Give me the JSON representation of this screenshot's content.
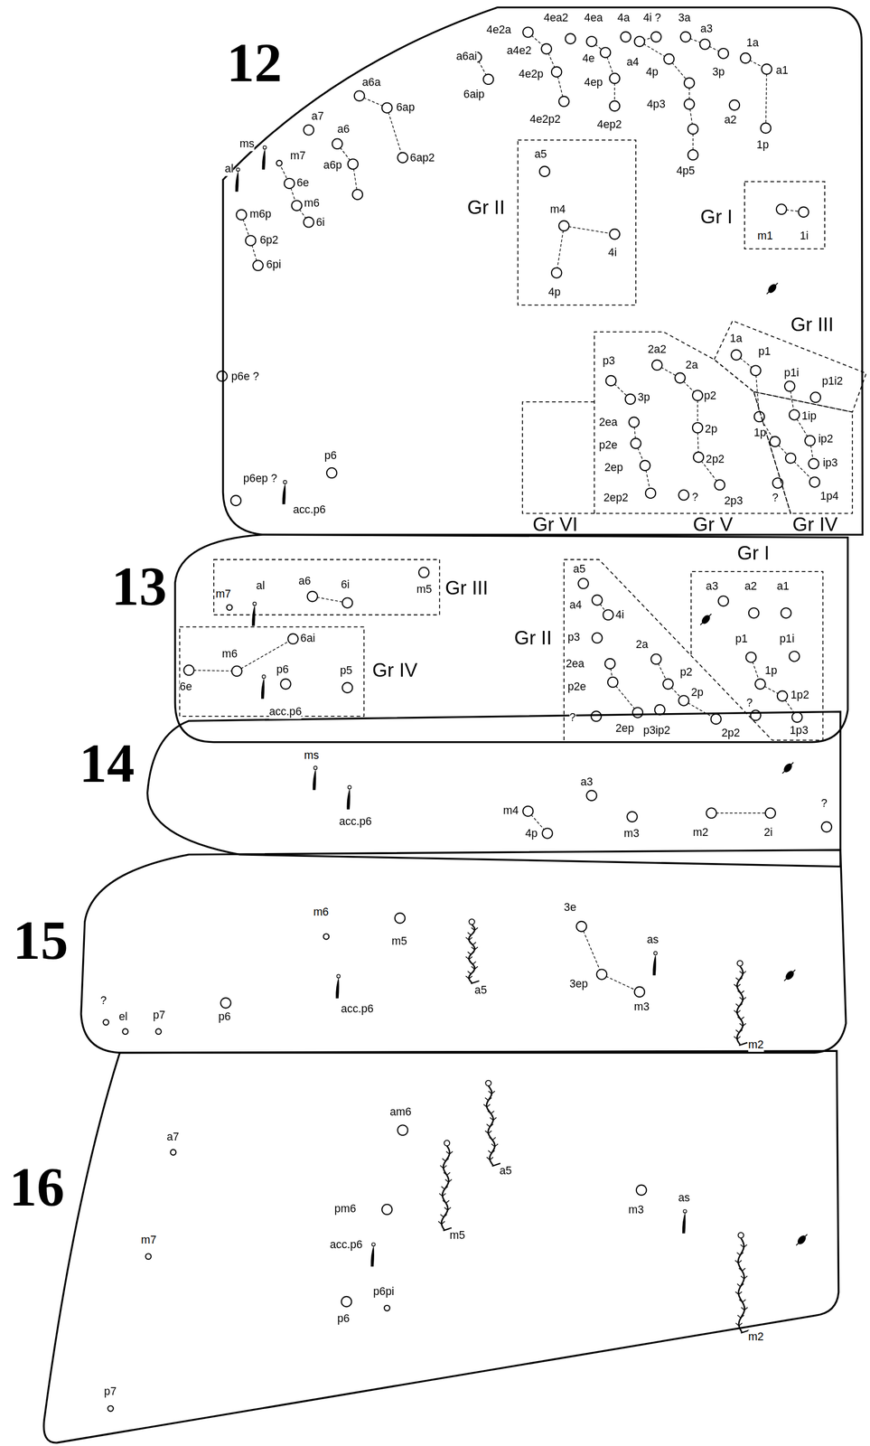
{
  "diagram": {
    "nodes": [
      {
        "text": [
          "12"
        ]
      },
      {
        "text": [
          "Gr II"
        ],
        "in": 0
      },
      {
        "text": [
          "Gr I"
        ],
        "in": 0
      },
      {
        "text": [
          "Gr III"
        ],
        "in": 0
      },
      {
        "text": [
          "Gr VI"
        ],
        "in": 0
      },
      {
        "text": [
          "Gr V"
        ],
        "in": 0
      },
      {
        "text": [
          "Gr IV"
        ],
        "in": 0
      },
      {
        "text": [
          "13"
        ]
      },
      {
        "text": [
          "Gr III"
        ],
        "in": 7
      },
      {
        "text": [
          "Gr IV"
        ],
        "in": 7
      },
      {
        "text": [
          "Gr II"
        ],
        "in": 7
      },
      {
        "text": [
          "Gr I"
        ],
        "in": 7
      },
      {
        "text": [
          "14"
        ]
      },
      {
        "text": [
          "15"
        ]
      },
      {
        "text": [
          "16"
        ]
      }
    ],
    "labels": [
      "4e2a",
      "4ea2",
      "4ea",
      "4a",
      "4i ?",
      "3a",
      "a3",
      "1a",
      "a4e2",
      "4e",
      "a4",
      "4p",
      "3p",
      "a1",
      "4e2p",
      "4ep",
      "a6ai",
      "6aip",
      "4e2p2",
      "4ep2",
      "4p3",
      "a2",
      "1p",
      "4p5",
      "a6a",
      "6ap",
      "6ap2",
      "a7",
      "a6",
      "a6p",
      "ms",
      "m7",
      "6e",
      "m6",
      "6i",
      "al",
      "m6p",
      "6p2",
      "6pi",
      "p6e ?",
      "p6",
      "p6ep ?",
      "acc.p6",
      "a5",
      "m4",
      "4i",
      "4p",
      "m1",
      "1i",
      "1a",
      "p1",
      "p1i",
      "p1i2",
      "p3",
      "2a2",
      "2a",
      "3p",
      "p2",
      "2ea",
      "2p",
      "p2e",
      "2ep",
      "2p2",
      "2ep2",
      "?",
      "2p3",
      "1p",
      "1ip",
      "ip2",
      "ip3",
      "?",
      "1p4",
      "m7",
      "al",
      "a6",
      "6i",
      "m5",
      "6e",
      "m6",
      "6ai",
      "p6",
      "p5",
      "acc.p6",
      "a5",
      "a4",
      "4i",
      "p3",
      "2a",
      "2ea",
      "p2",
      "p2e",
      "2p",
      "?",
      "2ep",
      "p3ip2",
      "2p2",
      "a3",
      "a2",
      "a1",
      "p1",
      "p1i",
      "1p",
      "1p2",
      "?",
      "1p3",
      "ms",
      "acc.p6",
      "a3",
      "m4",
      "4p",
      "m3",
      "m2",
      "2i",
      "?",
      "m6",
      "m5",
      "a5",
      "3e",
      "3ep",
      "m3",
      "as",
      "m2",
      "acc.p6",
      "p6",
      "p7",
      "el",
      "?",
      "a7",
      "m7",
      "am6",
      "a5",
      "m5",
      "pm6",
      "m3",
      "as",
      "m2",
      "acc.p6",
      "p6",
      "p6pi",
      "p7"
    ]
  }
}
